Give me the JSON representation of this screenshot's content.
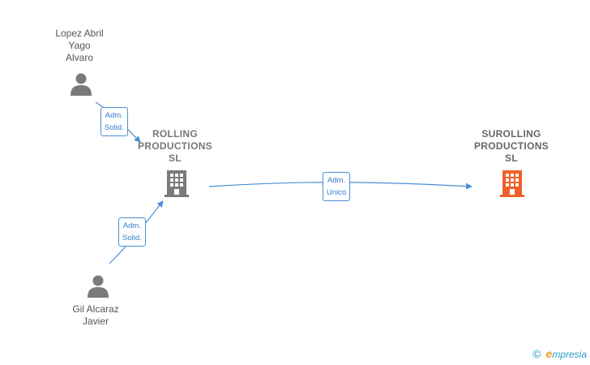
{
  "nodes": {
    "person1": {
      "name": "Lopez Abril\nYago\nAlvaro"
    },
    "person2": {
      "name": "Gil Alcaraz\nJavier"
    },
    "company1": {
      "name": "ROLLING\nPRODUCTIONS\nSL"
    },
    "company2": {
      "name": "SUROLLING\nPRODUCTIONS\nSL"
    }
  },
  "edges": {
    "e1": {
      "label": "Adm.\nSolid."
    },
    "e2": {
      "label": "Adm.\nSolid."
    },
    "e3": {
      "label": "Adm.\nUnico"
    }
  },
  "colors": {
    "edge": "#4a8fd6",
    "person_icon": "#7a7a7a",
    "company_icon": "#7a7a7a",
    "target_company_icon": "#f0602a"
  },
  "footer": {
    "copyright": "©",
    "brand": "mpresia",
    "brand_initial": "e"
  }
}
